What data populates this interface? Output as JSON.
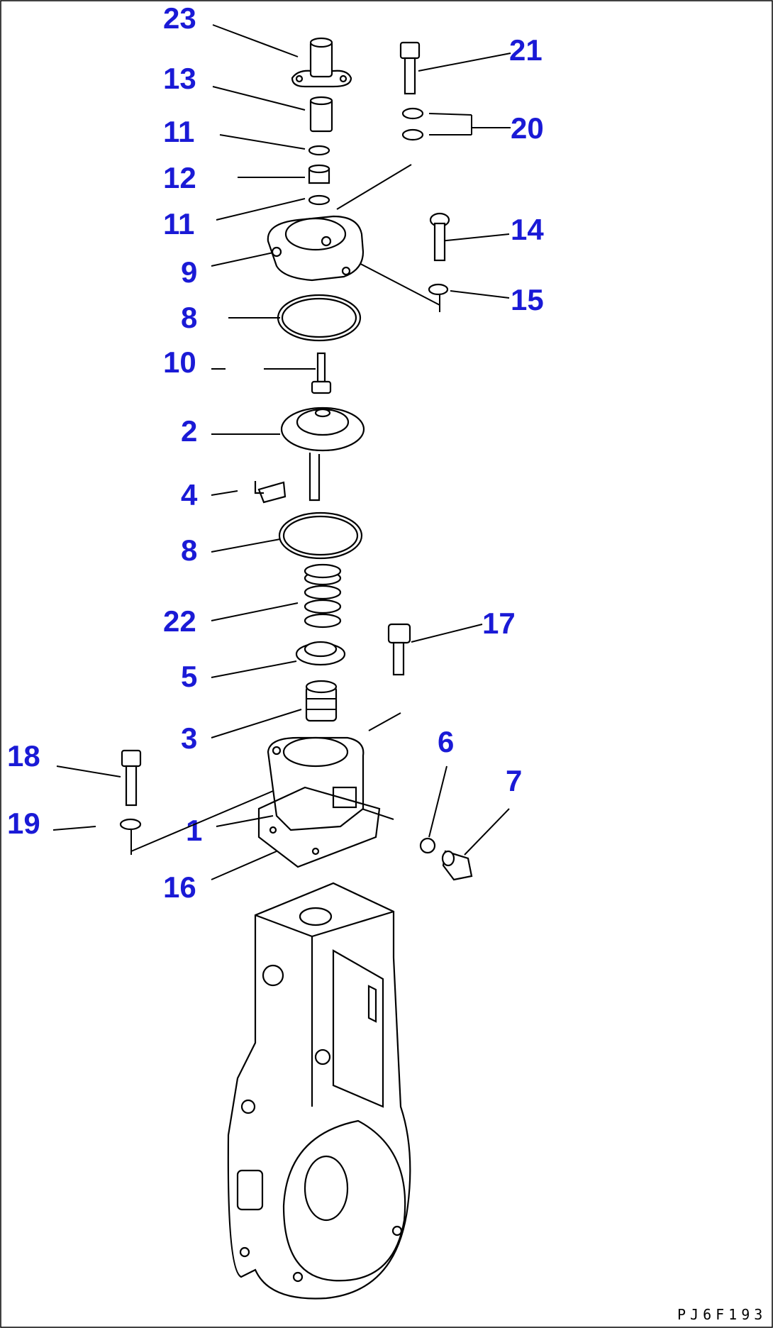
{
  "diagram": {
    "labels": [
      {
        "id": "23",
        "text": "23"
      },
      {
        "id": "13",
        "text": "13"
      },
      {
        "id": "11a",
        "text": "11"
      },
      {
        "id": "12",
        "text": "12"
      },
      {
        "id": "11b",
        "text": "11"
      },
      {
        "id": "9",
        "text": "9"
      },
      {
        "id": "8a",
        "text": "8"
      },
      {
        "id": "10",
        "text": "10"
      },
      {
        "id": "2",
        "text": "2"
      },
      {
        "id": "4",
        "text": "4"
      },
      {
        "id": "8b",
        "text": "8"
      },
      {
        "id": "22",
        "text": "22"
      },
      {
        "id": "5",
        "text": "5"
      },
      {
        "id": "3",
        "text": "3"
      },
      {
        "id": "18",
        "text": "18"
      },
      {
        "id": "19",
        "text": "19"
      },
      {
        "id": "1",
        "text": "1"
      },
      {
        "id": "16",
        "text": "16"
      },
      {
        "id": "21",
        "text": "21"
      },
      {
        "id": "20",
        "text": "20"
      },
      {
        "id": "14",
        "text": "14"
      },
      {
        "id": "15",
        "text": "15"
      },
      {
        "id": "17",
        "text": "17"
      },
      {
        "id": "6",
        "text": "6"
      },
      {
        "id": "7",
        "text": "7"
      }
    ],
    "drawing_code": "PJ6F193",
    "colors": {
      "label": "#1a1ad6",
      "line": "#000000",
      "background": "#ffffff"
    }
  }
}
